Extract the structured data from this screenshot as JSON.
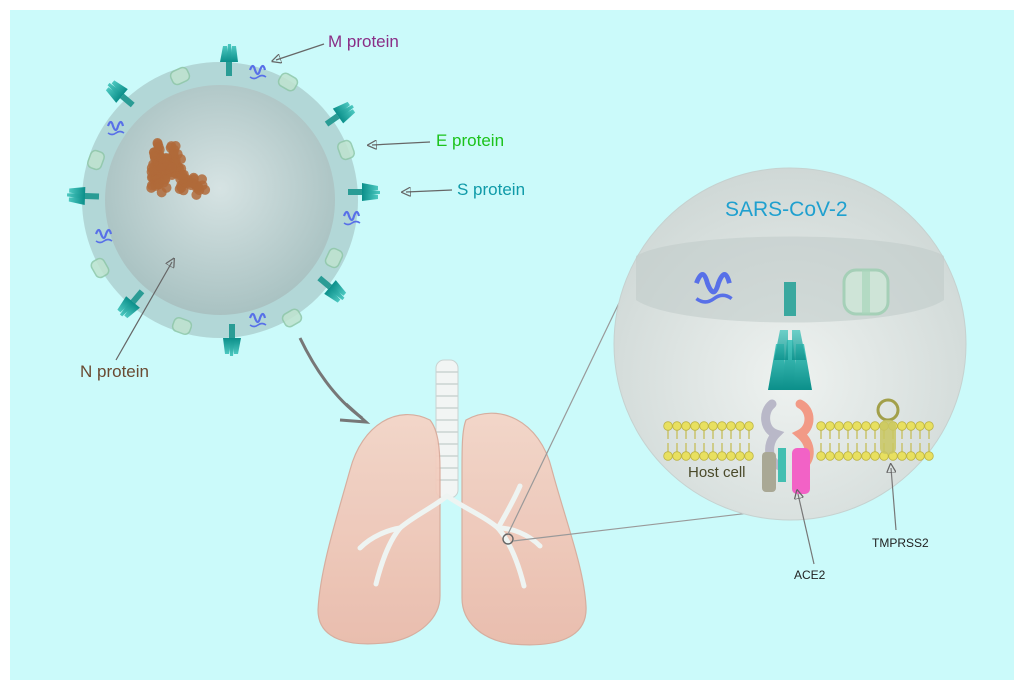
{
  "labels": {
    "m_protein": "M protein",
    "e_protein": "E protein",
    "s_protein": "S protein",
    "n_protein": "N protein",
    "virus_name": "SARS-CoV-2",
    "host_cell": "Host cell",
    "ace2": "ACE2",
    "tmprss2": "TMPRSS2"
  },
  "colors": {
    "background": "#cbfafa",
    "m_protein": "#8a2e86",
    "e_protein": "#1bc21b",
    "s_protein": "#0f9aa8",
    "n_protein": "#6a4a32",
    "virus_name": "#1fa0cf",
    "rna": "#b06a3a",
    "lung": "#f3c9b8",
    "membrane": "#e8e060"
  }
}
